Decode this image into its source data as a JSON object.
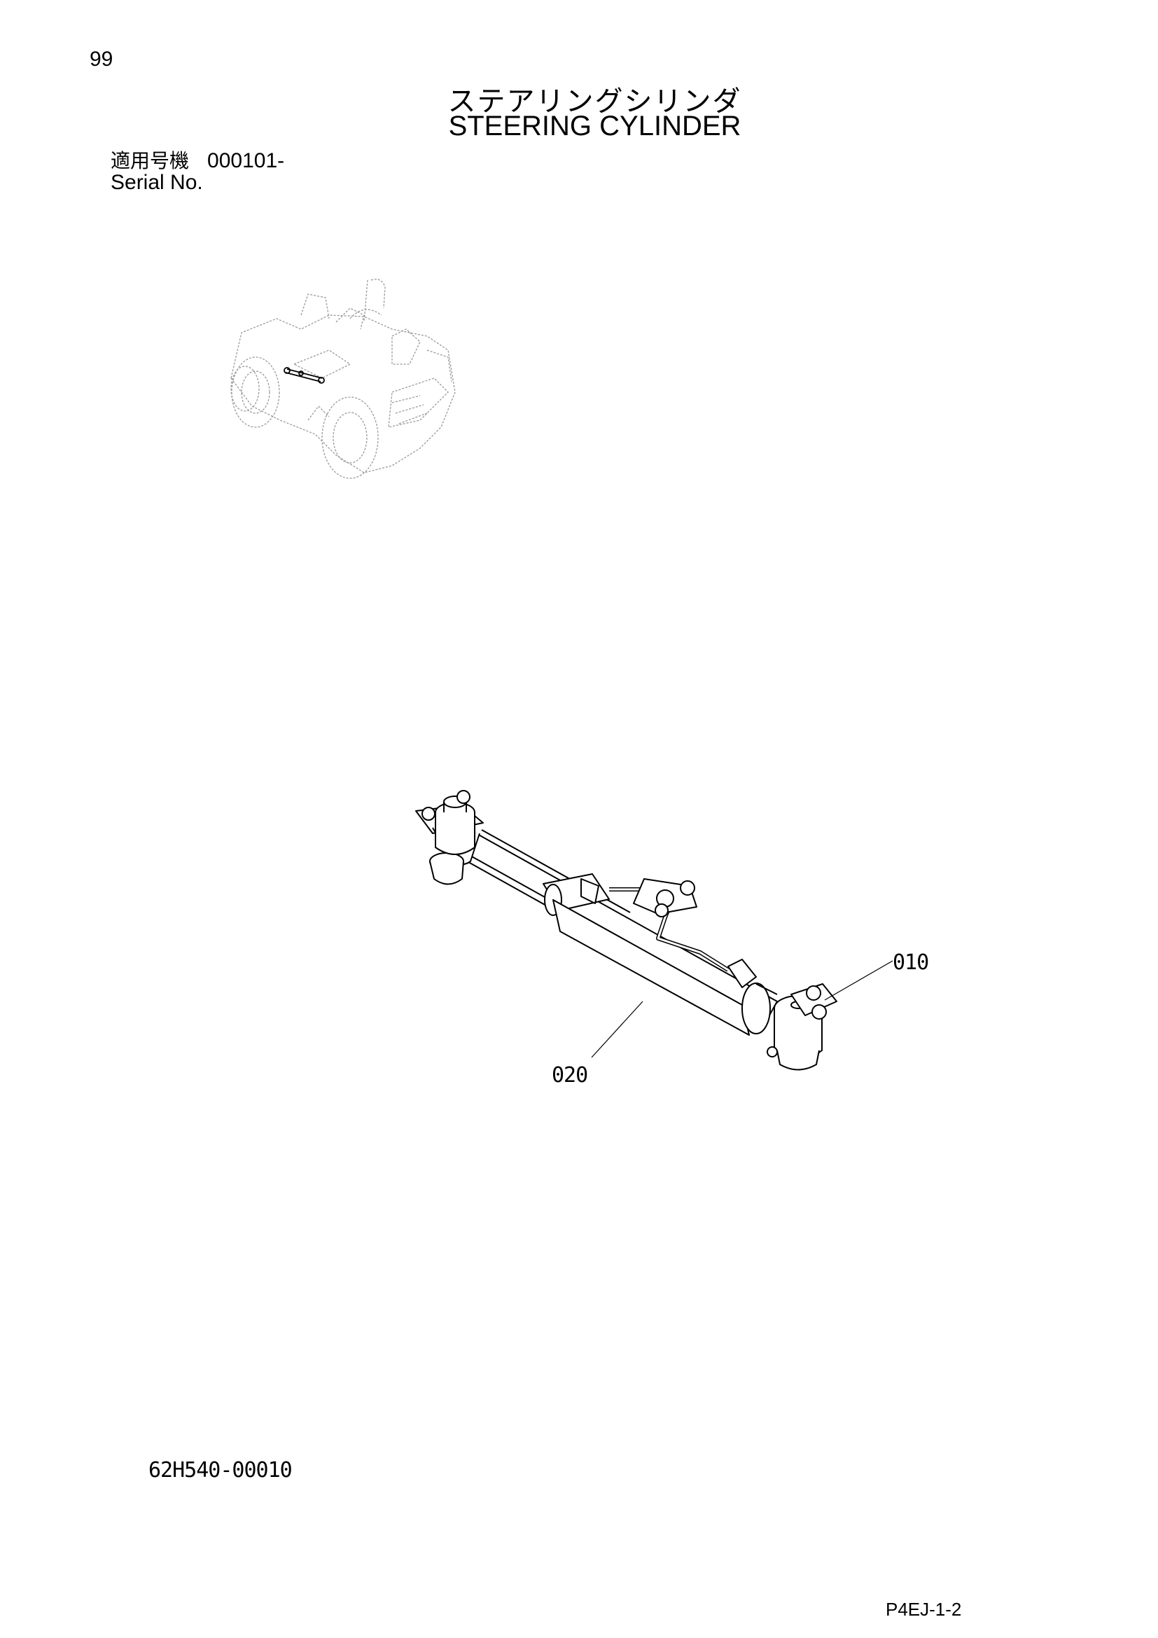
{
  "page_number": "99",
  "title": {
    "japanese": "ステアリングシリンダ",
    "english": "STEERING CYLINDER"
  },
  "serial": {
    "label_japanese": "適用号機",
    "value": "000101-",
    "label_english": "Serial No."
  },
  "callouts": {
    "part_010": "010",
    "part_020": "020"
  },
  "drawing_number": "62H540-00010",
  "page_code": "P4EJ-1-2"
}
